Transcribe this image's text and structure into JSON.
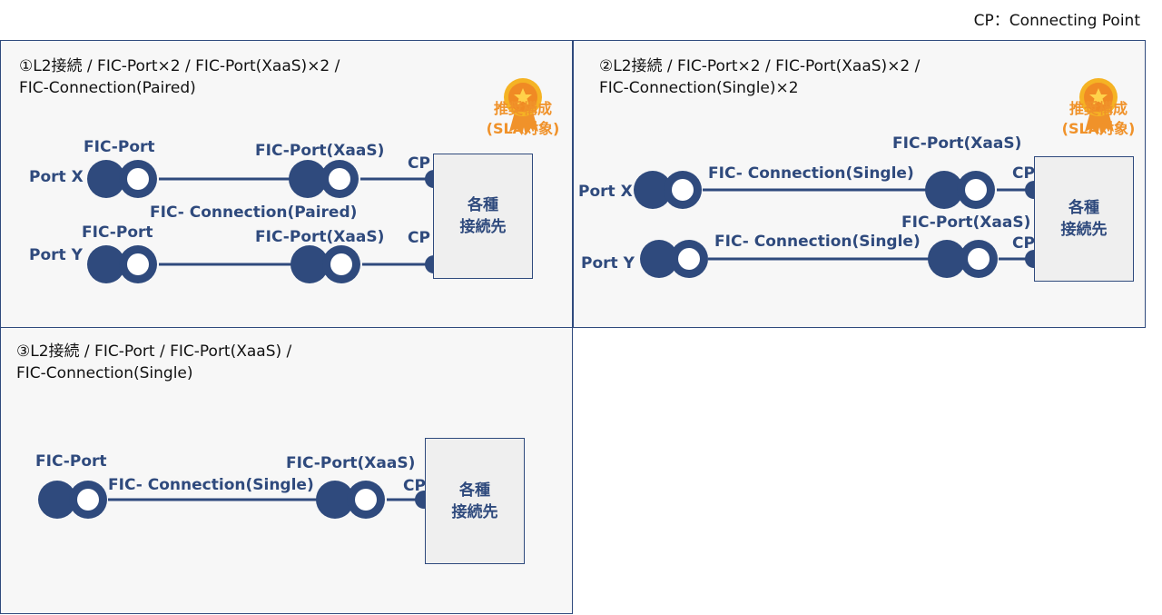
{
  "legend": "CP：Connecting Point",
  "colors": {
    "primary": "#2f4a7d",
    "badge": "#f0922a",
    "panel_bg": "#f7f7f7",
    "dest_bg": "#efefef"
  },
  "panels": [
    {
      "title_line1": "①L2接続 / FIC-Port×2 / FIC-Port(XaaS)×2 /",
      "title_line2": "FIC-Connection(Paired)",
      "badge": {
        "line1": "推奨構成",
        "line2": "(SLA対象)"
      },
      "port_x": "Port X",
      "port_y": "Port Y",
      "fic_port_top": "FIC-Port",
      "fic_port_bottom": "FIC-Port",
      "xaas_top": "FIC-Port(XaaS)",
      "xaas_bottom": "FIC-Port(XaaS)",
      "connection": "FIC- Connection(Paired)",
      "cp_top": "CP",
      "cp_bottom": "CP",
      "dest_line1": "各種",
      "dest_line2": "接続先"
    },
    {
      "title_line1": "②L2接続 / FIC-Port×2 / FIC-Port(XaaS)×2 /",
      "title_line2": "FIC-Connection(Single)×2",
      "badge": {
        "line1": "推奨構成",
        "line2": "(SLA対象)"
      },
      "port_x": "Port X",
      "port_y": "Port Y",
      "xaas_top": "FIC-Port(XaaS)",
      "xaas_bottom": "FIC-Port(XaaS)",
      "connection_top": "FIC- Connection(Single)",
      "connection_bottom": "FIC- Connection(Single)",
      "cp_top": "CP",
      "cp_bottom": "CP",
      "dest_line1": "各種",
      "dest_line2": "接続先"
    },
    {
      "title_line1": "③L2接続 / FIC-Port / FIC-Port(XaaS) /",
      "title_line2": "FIC-Connection(Single)",
      "fic_port": "FIC-Port",
      "xaas": "FIC-Port(XaaS)",
      "connection": "FIC- Connection(Single)",
      "cp": "CP",
      "dest_line1": "各種",
      "dest_line2": "接続先"
    }
  ]
}
